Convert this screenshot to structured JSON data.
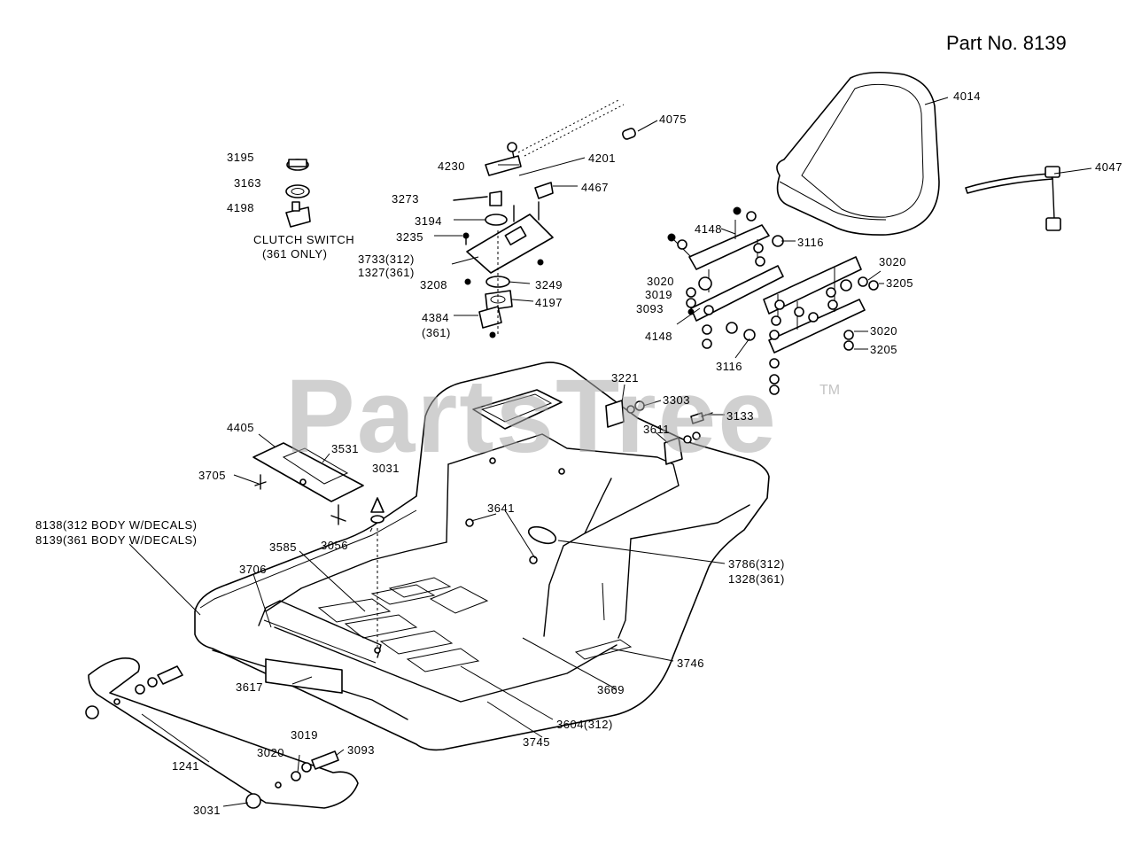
{
  "header": {
    "part_number": "Part No. 8139"
  },
  "watermark": {
    "text": "PartsTree",
    "tm": "TM"
  },
  "colors": {
    "ink": "#000000",
    "background": "#ffffff",
    "watermark": "#aaaaaa"
  },
  "callouts": {
    "c4075": "4075",
    "c4014": "4014",
    "c4047": "4047",
    "c3195": "3195",
    "c3163": "3163",
    "c4198": "4198",
    "clutch_switch": "CLUTCH SWITCH",
    "only_361": "(361 ONLY)",
    "c4230": "4230",
    "c4201": "4201",
    "c3273": "3273",
    "c4467": "4467",
    "c3194": "3194",
    "c3235": "3235",
    "c3733": "3733(312)",
    "c1327": "1327(361)",
    "c3208": "3208",
    "c3249": "3249",
    "c4197": "4197",
    "c4384": "4384",
    "c4384b": "(361)",
    "c4148a": "4148",
    "c3116a": "3116",
    "c3020a": "3020",
    "c3205a": "3205",
    "c3020b": "3020",
    "c3019a": "3019",
    "c3093a": "3093",
    "c4148b": "4148",
    "c3116b": "3116",
    "c3020c": "3020",
    "c3205b": "3205",
    "c3221": "3221",
    "c3303": "3303",
    "c3133": "3133",
    "c3611": "3611",
    "c4405": "4405",
    "c3531": "3531",
    "c3705": "3705",
    "c3031a": "3031",
    "c8138": "8138(312 BODY W/DECALS)",
    "c8139": "8139(361 BODY W/DECALS)",
    "c3056": "3056",
    "c3641": "3641",
    "c3585": "3585",
    "c3706": "3706",
    "c3786": "3786(312)",
    "c1328": "1328(361)",
    "c3746": "3746",
    "c3617": "3617",
    "c3669": "3669",
    "c3019b": "3019",
    "c3093b": "3093",
    "c3604": "3604(312)",
    "c3020d": "3020",
    "c3745": "3745",
    "c1241": "1241",
    "c3031b": "3031"
  }
}
